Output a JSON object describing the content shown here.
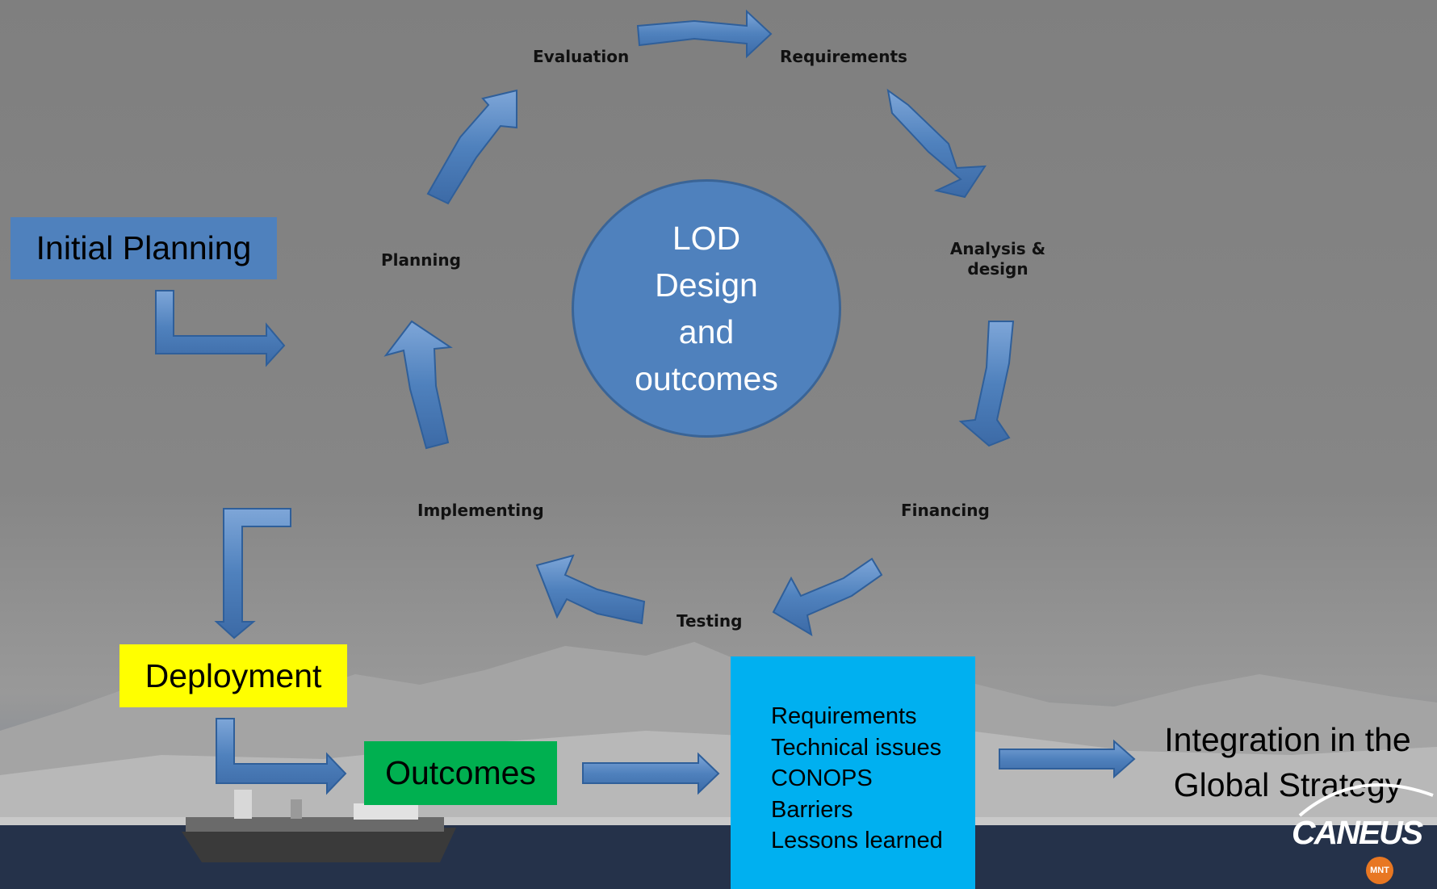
{
  "diagram": {
    "center": {
      "lines": [
        "LOD",
        "Design",
        "and",
        "outcomes"
      ]
    },
    "cycle_stages": {
      "evaluation": "Evaluation",
      "requirements": "Requirements",
      "analysis_line1": "Analysis &",
      "analysis_line2": "design",
      "financing": "Financing",
      "testing": "Testing",
      "implementing": "Implementing",
      "planning": "Planning"
    },
    "boxes": {
      "initial_planning": "Initial Planning",
      "deployment": "Deployment",
      "outcomes": "Outcomes"
    },
    "outcome_items": [
      "Requirements",
      "Technical issues",
      "CONOPS",
      "Barriers",
      "Lessons learned"
    ],
    "integration": {
      "line1": "Integration in the",
      "line2": "Global Strategy"
    },
    "logo": {
      "name": "CANEUS",
      "badge": "MNT"
    }
  },
  "colors": {
    "arrow_fill": "#4f81bd",
    "center_circle": "#4f81bd",
    "initial_planning_box": "#4f81bd",
    "deployment_box": "#ffff00",
    "outcomes_box": "#00b050",
    "outcome_list_box": "#00b0f0"
  }
}
